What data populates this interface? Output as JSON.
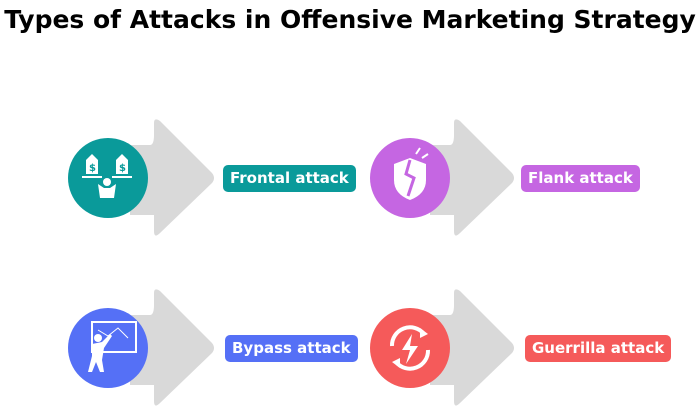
{
  "title": "Types of Attacks in Offensive Marketing Strategy",
  "items": [
    {
      "label": "Frontal attack",
      "icon": "price-comparison-icon",
      "color": "#0a9a9a"
    },
    {
      "label": "Flank attack",
      "icon": "broken-shield-icon",
      "color": "#c566e2"
    },
    {
      "label": "Bypass attack",
      "icon": "strategy-board-icon",
      "color": "#5570f6"
    },
    {
      "label": "Guerrilla attack",
      "icon": "lightning-cycle-icon",
      "color": "#f55a5a"
    }
  ]
}
